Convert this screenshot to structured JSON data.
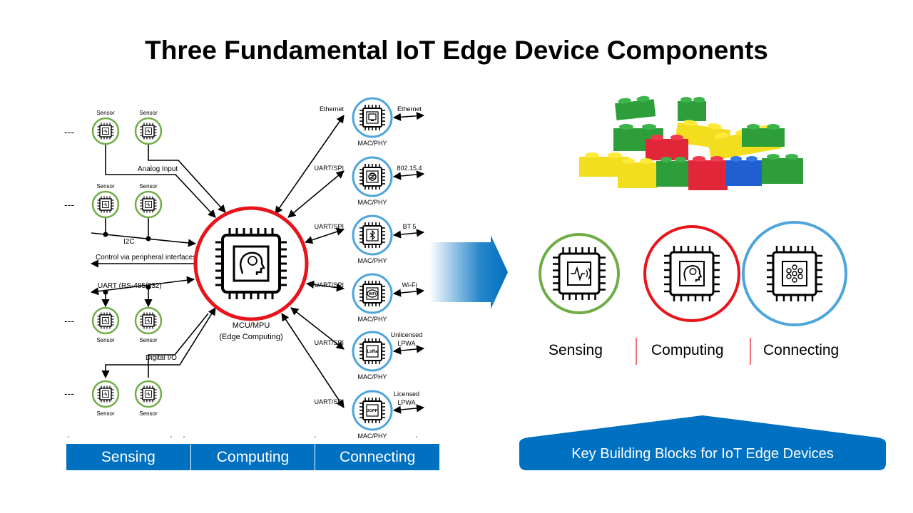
{
  "title": "Three Fundamental IoT Edge Device Components",
  "sensors": {
    "label": "Sensor",
    "ellipsis": "---",
    "analog_input": "Analog Input",
    "i2c": "I2C",
    "control": "Control via peripheral interfaces",
    "uart": "UART (RS-485/232)",
    "digital_io": "Digital I/O"
  },
  "mcu": {
    "line1": "MCU/MPU",
    "line2": "(Edge Computing)"
  },
  "connectivity": {
    "mac_label": "MAC/PHY",
    "modules": [
      {
        "left": "Ethernet",
        "right": "Ethernet",
        "right2": "",
        "icon": "ethernet-icon"
      },
      {
        "left": "UART/SPI",
        "right": "802.15.4",
        "right2": "",
        "icon": "zigbee-icon"
      },
      {
        "left": "UART/SPI",
        "right": "BT 5",
        "right2": "",
        "icon": "bluetooth-icon"
      },
      {
        "left": "UART/SPI",
        "right": "Wi-Fi",
        "right2": "",
        "icon": "wifi-icon"
      },
      {
        "left": "UART/SPI",
        "right": "Unlicensed",
        "right2": "LPWA",
        "icon": "lora-icon",
        "chip_text": "LoRa"
      },
      {
        "left": "UART/SPI",
        "right": "Licensed",
        "right2": "LPWA",
        "icon": "3gpp-icon",
        "chip_text": "3GPP"
      }
    ]
  },
  "bottom_bar": [
    "Sensing",
    "Computing",
    "Connecting"
  ],
  "categories": [
    "Sensing",
    "Computing",
    "Connecting"
  ],
  "banner": "Key Building Blocks for IoT Edge Devices",
  "colors": {
    "sensing": "#70AD47",
    "computing": "#E8141B",
    "connecting": "#4EA5DC",
    "bar": "#0070C0"
  }
}
